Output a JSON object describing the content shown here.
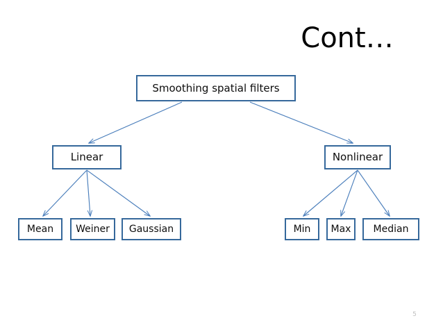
{
  "slide": {
    "title": "Cont…",
    "page_number": "5",
    "background_color": "#ffffff",
    "box_border_color": "#35689B",
    "connector_color": "#4A7EBB",
    "text_color": "#0d0d0d",
    "page_number_color": "#bfbfbf"
  },
  "diagram": {
    "type": "tree",
    "root": {
      "label": "Smoothing spatial filters"
    },
    "branches": [
      {
        "label": "Linear",
        "children": [
          {
            "label": "Mean"
          },
          {
            "label": "Weiner"
          },
          {
            "label": "Gaussian"
          }
        ]
      },
      {
        "label": "Nonlinear",
        "children": [
          {
            "label": "Min"
          },
          {
            "label": "Max"
          },
          {
            "label": "Median"
          }
        ]
      }
    ]
  }
}
